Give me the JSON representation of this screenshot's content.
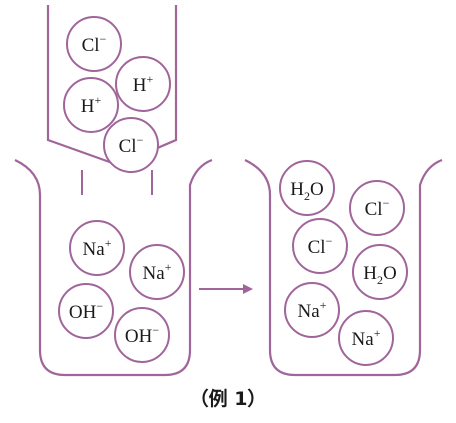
{
  "colors": {
    "outline": "#a0659a",
    "text": "#1a1a1a",
    "arrow": "#a0659a"
  },
  "funnel": {
    "ions": [
      {
        "base": "Cl",
        "sup": "−",
        "sub": ""
      },
      {
        "base": "H",
        "sup": "+",
        "sub": ""
      },
      {
        "base": "H",
        "sup": "+",
        "sub": ""
      },
      {
        "base": "Cl",
        "sup": "−",
        "sub": ""
      }
    ]
  },
  "left_beaker": {
    "ions": [
      {
        "base": "Na",
        "sup": "+",
        "sub": ""
      },
      {
        "base": "Na",
        "sup": "+",
        "sub": ""
      },
      {
        "base": "OH",
        "sup": "−",
        "sub": ""
      },
      {
        "base": "OH",
        "sup": "−",
        "sub": ""
      }
    ]
  },
  "right_beaker": {
    "ions": [
      {
        "base": "H",
        "sup": "",
        "sub": "2",
        "tail": "O"
      },
      {
        "base": "Cl",
        "sup": "−",
        "sub": ""
      },
      {
        "base": "Cl",
        "sup": "−",
        "sub": ""
      },
      {
        "base": "H",
        "sup": "",
        "sub": "2",
        "tail": "O"
      },
      {
        "base": "Na",
        "sup": "+",
        "sub": ""
      },
      {
        "base": "Na",
        "sup": "+",
        "sub": ""
      }
    ]
  },
  "caption": "（例 1）"
}
